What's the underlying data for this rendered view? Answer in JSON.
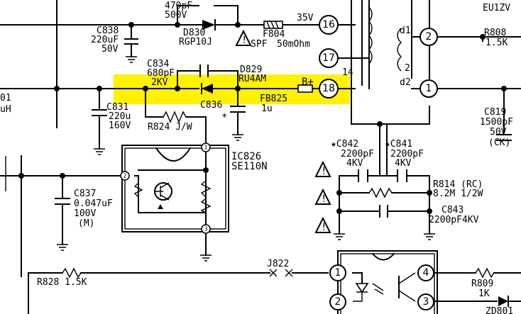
{
  "highlight_color": "#fff200",
  "labels": {
    "c838_val_a": "470pF",
    "c838_val_b": "500V",
    "c838": "C838",
    "c838_cap": "220uF",
    "c838_v": "50V",
    "d830": "D830",
    "d830_type": "RGP10J",
    "f804": "F804",
    "spf": "SPF",
    "f804_val": "50mOhm",
    "v35": "35V",
    "c834": "C834",
    "c834_cap": "680pF",
    "c834_v": "2KV",
    "d829": "D829",
    "d829_type": "RU4AM",
    "bplus": "B+",
    "fb825": "FB825",
    "fb825_val": "1u",
    "c836": "C836",
    "star": "*",
    "c831": "C831",
    "c831_cap": "220u",
    "c831_v": "160V",
    "r824": "R824 J/W",
    "ic826": "IC826",
    "ic826_type": "SE110N",
    "c837": "C837",
    "c837_cap": "0.047uF",
    "c837_v": "100V",
    "c837_m": "(M)",
    "c842": "★C842",
    "c842_cap": "2200pF",
    "c842_v": "4KV",
    "c841": "★C841",
    "c841_cap": "2200pF",
    "c841_v": "4KV",
    "r814": "R814 (RC)",
    "r814_val": "8.2M 1/2W",
    "c843": "C843",
    "c843_val": "2200pF4KV",
    "r808": "R808",
    "r808_val": "1.5K",
    "c819": "C819",
    "c819_cap": "1500pF",
    "c819_v": "50V",
    "c819_ck": "(CK)",
    "eu1zv": "EU1ZV",
    "left_01": "01",
    "left_uh": "uH",
    "j822": "J822",
    "r828": "R828 1.5K",
    "r809": "R809",
    "r809_val": "1K",
    "zd801": "ZD801",
    "d1": "d1",
    "d2": "d2",
    "p14": "14",
    "p2": "2"
  },
  "nodes": {
    "n16": "16",
    "n17": "17",
    "n18": "18",
    "n2": "2",
    "n1": "1",
    "ic_pin1": "1",
    "ic_pin2": "2",
    "ic_pin3": "3",
    "opt1": "1",
    "opt2": "2",
    "opt3": "3",
    "opt4": "4"
  }
}
